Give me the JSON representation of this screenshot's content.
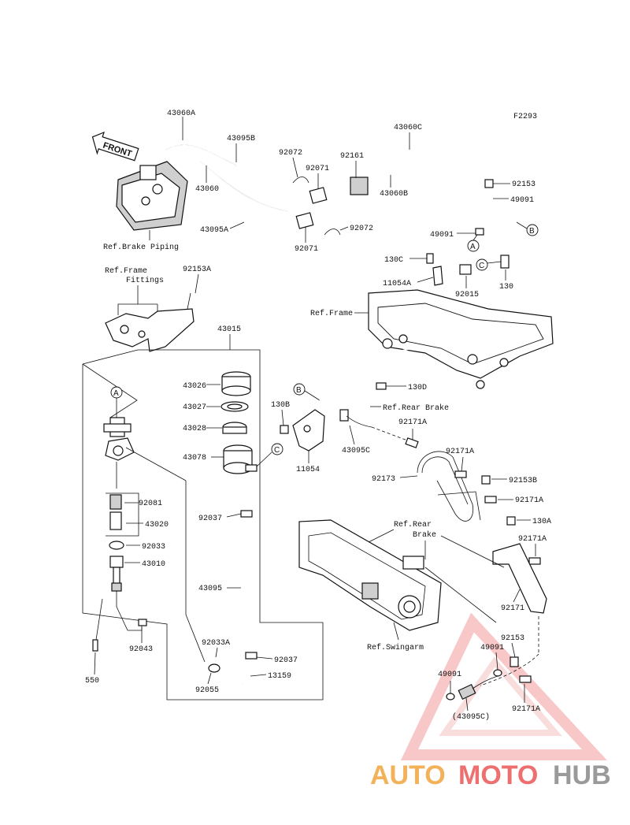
{
  "diagram_code": "F2293",
  "front_label": "FRONT",
  "watermark": {
    "part1": "AUTO",
    "part2": "MOTO",
    "part3": "HUB",
    "color1": "#f3b25a",
    "color2": "#ee6f6f",
    "color3": "#9a9a9a"
  },
  "refs": {
    "brake_piping": "Ref.Brake Piping",
    "frame_fittings_1": "Ref.Frame",
    "frame_fittings_2": "Fittings",
    "frame": "Ref.Frame",
    "rear_brake_top": "Ref.Rear Brake",
    "rear_brake_1": "Ref.Rear",
    "rear_brake_2": "Brake",
    "swingarm": "Ref.Swingarm"
  },
  "markers": {
    "a": "A",
    "b": "B",
    "c": "C"
  },
  "parts": {
    "p43060A": "43060A",
    "p43095B": "43095B",
    "p92072_top": "92072",
    "p92071_top": "92071",
    "p92161": "92161",
    "p43060C": "43060C",
    "p43060": "43060",
    "p43060B": "43060B",
    "p92153_top": "92153",
    "p49091_top": "49091",
    "p43095A": "43095A",
    "p92072_bot": "92072",
    "p92071_bot": "92071",
    "p49091_mid": "49091",
    "p130C": "130C",
    "p11054A": "11054A",
    "p92015": "92015",
    "p130": "130",
    "p92153A": "92153A",
    "p43015": "43015",
    "p43026": "43026",
    "p43027": "43027",
    "p43028": "43028",
    "p43078": "43078",
    "p130B": "130B",
    "p130D": "130D",
    "p92171A_1": "92171A",
    "p43095C": "43095C",
    "p11054": "11054",
    "p92171A_2": "92171A",
    "p92173": "92173",
    "p92153B": "92153B",
    "p92171A_3": "92171A",
    "p92081": "92081",
    "p43020": "43020",
    "p92037_top": "92037",
    "p130A": "130A",
    "p92171A_4": "92171A",
    "p92033": "92033",
    "p43010": "43010",
    "p43095": "43095",
    "p92171": "92171",
    "p92043": "92043",
    "p92033A": "92033A",
    "p92037_bot": "92037",
    "p13159": "13159",
    "p550": "550",
    "p92055": "92055",
    "p92153_bot": "92153",
    "p49091_bot1": "49091",
    "p49091_bot2": "49091",
    "p43095C_paren": "(43095C)",
    "p92171A_5": "92171A"
  }
}
